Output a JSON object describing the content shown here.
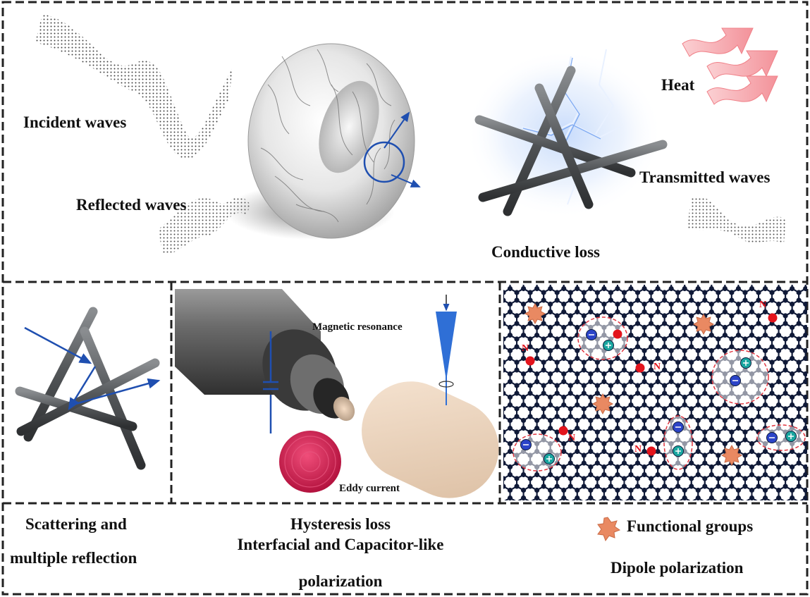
{
  "labels": {
    "incident_waves": "Incident waves",
    "reflected_waves": "Reflected waves",
    "heat": "Heat",
    "transmitted_waves": "Transmitted waves",
    "conductive_loss": "Conductive loss",
    "magnetic_resonance": "Magnetic resonance",
    "eddy_current": "Eddy current",
    "scattering_line1": "Scattering and",
    "scattering_line2": "multiple reflection",
    "hysteresis_loss": "Hysteresis loss",
    "interfacial_line1": "Interfacial and Capacitor-like",
    "interfacial_line2": "polarization",
    "functional_groups": "Functional groups",
    "dipole_polarization": "Dipole polarization",
    "nitrogen_symbol": "N"
  },
  "colors": {
    "frame_dash": "#222222",
    "arrow_blue": "#1f4fb0",
    "heat_pink": "#f5a3a8",
    "rod_gray": "#4a4d50",
    "lattice_navy": "#101a38",
    "nitrogen_red": "#e3141c",
    "anion_blue": "#2b44c8",
    "cation_cyan": "#1aa6a0",
    "functional_orange": "#e98962",
    "eddy_crimson": "#d41b4c",
    "capsule_beige": "#ecd3bb",
    "lightning_glow": "#a9c8f7"
  },
  "icons": [
    "wave-icon",
    "torus-icon",
    "rod-network-icon",
    "heat-arrow-icon",
    "lightning-icon",
    "cylinder-icon",
    "spin-cone-icon",
    "eddy-ball-icon",
    "capacitor-icon",
    "graphene-lattice-icon",
    "functional-group-icon",
    "dipole-icon"
  ]
}
